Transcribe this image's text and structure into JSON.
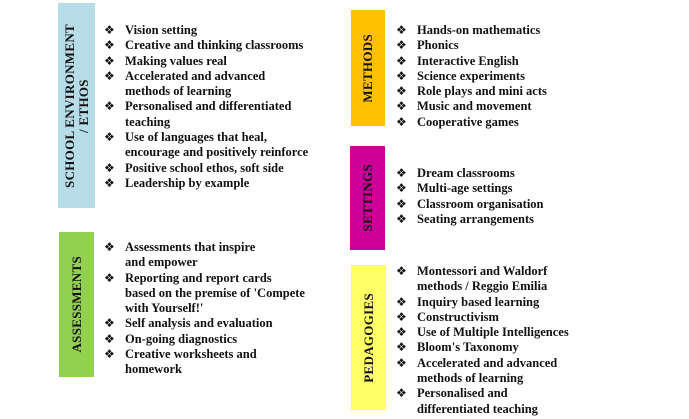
{
  "bullet_glyph": "❖",
  "sections": {
    "school_environment": {
      "label": "SCHOOL ENVIRONMENT\n/ ETHOS",
      "color": "#b7dde8",
      "items": [
        "Vision setting",
        "Creative and thinking classrooms",
        "Making values real",
        "Accelerated and advanced\nmethods of learning",
        "Personalised and differentiated\nteaching",
        "Use of languages that heal,\nencourage and positively reinforce",
        "Positive school ethos, soft side",
        "Leadership by example"
      ]
    },
    "assessments": {
      "label": "ASSESSMENTS",
      "color": "#92d050",
      "items": [
        "Assessments that inspire\nand empower",
        "Reporting and report cards\nbased on the premise of 'Compete\nwith Yourself!'",
        "Self analysis and evaluation",
        "On-going diagnostics",
        "Creative worksheets and\nhomework"
      ]
    },
    "methods": {
      "label": "METHODS",
      "color": "#ffc000",
      "items": [
        "Hands-on mathematics",
        "Phonics",
        "Interactive English",
        "Science experiments",
        "Role plays and mini acts",
        "Music and movement",
        "Cooperative games"
      ]
    },
    "settings": {
      "label": "SETTINGS",
      "color": "#cc0099",
      "items": [
        "Dream classrooms",
        "Multi-age settings",
        "Classroom organisation",
        "Seating arrangements"
      ]
    },
    "pedagogies": {
      "label": "PEDAGOGIES",
      "color": "#ffff66",
      "items": [
        "Montessori and Waldorf\nmethods / Reggio Emilia",
        "Inquiry based learning",
        "Constructivism",
        "Use of Multiple Intelligences",
        "Bloom's Taxonomy",
        "Accelerated and advanced\nmethods of learning",
        "Personalised and\ndifferentiated teaching"
      ]
    }
  }
}
